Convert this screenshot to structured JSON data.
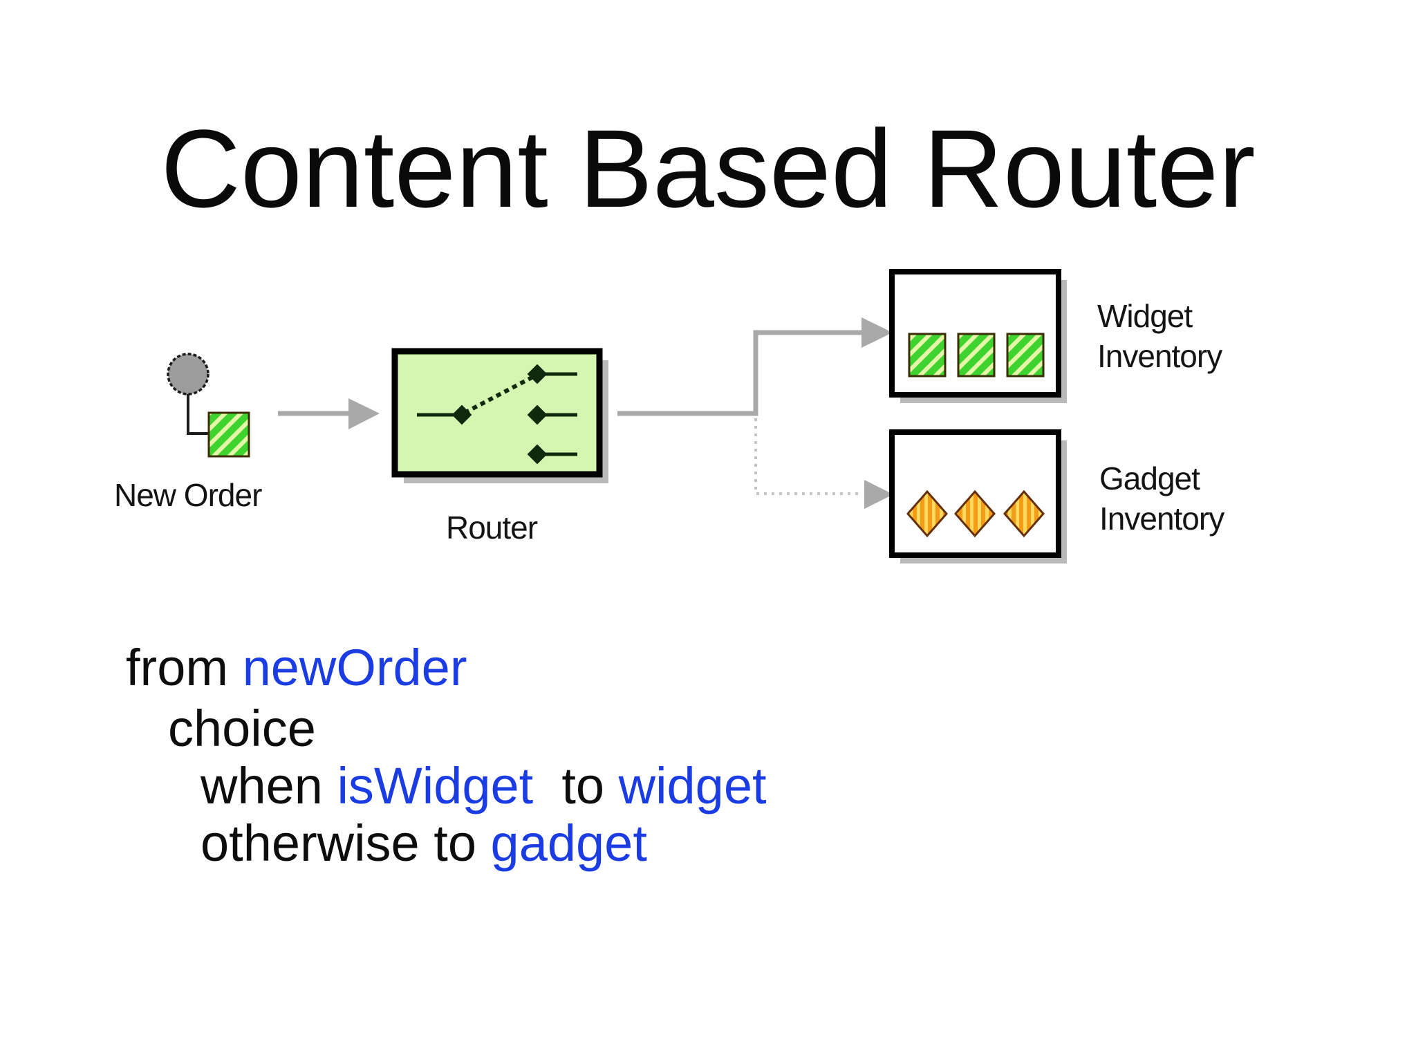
{
  "slide": {
    "title": "Content Based Router",
    "background": "#ffffff"
  },
  "diagram": {
    "new_order": {
      "label": "New Order"
    },
    "router": {
      "label": "Router"
    },
    "widget_inventory": {
      "label_line1": "Widget",
      "label_line2": "Inventory",
      "item_count": 3
    },
    "gadget_inventory": {
      "label_line1": "Gadget",
      "label_line2": "Inventory",
      "item_count": 3
    }
  },
  "code": {
    "from_keyword": "from ",
    "from_endpoint": "newOrder",
    "choice_keyword": "choice",
    "when_keyword": "when ",
    "when_predicate": "isWidget",
    "when_to_keyword": "  to ",
    "when_target": "widget",
    "otherwise_keyword": "otherwise to ",
    "otherwise_target": "gadget"
  },
  "colors": {
    "code_accent_blue": "#1a3ce2",
    "text_black": "#0d0d0d",
    "router_fill_green": "#d5f6b1",
    "widget_item_green": "#3ed32f",
    "widget_item_stripe": "#e4f6a8",
    "gadget_item_orange": "#f59b16",
    "gadget_item_stripe": "#ffd95e",
    "connector_gray": "#a9a9a9",
    "shadow_gray": "#b9b9b9"
  }
}
